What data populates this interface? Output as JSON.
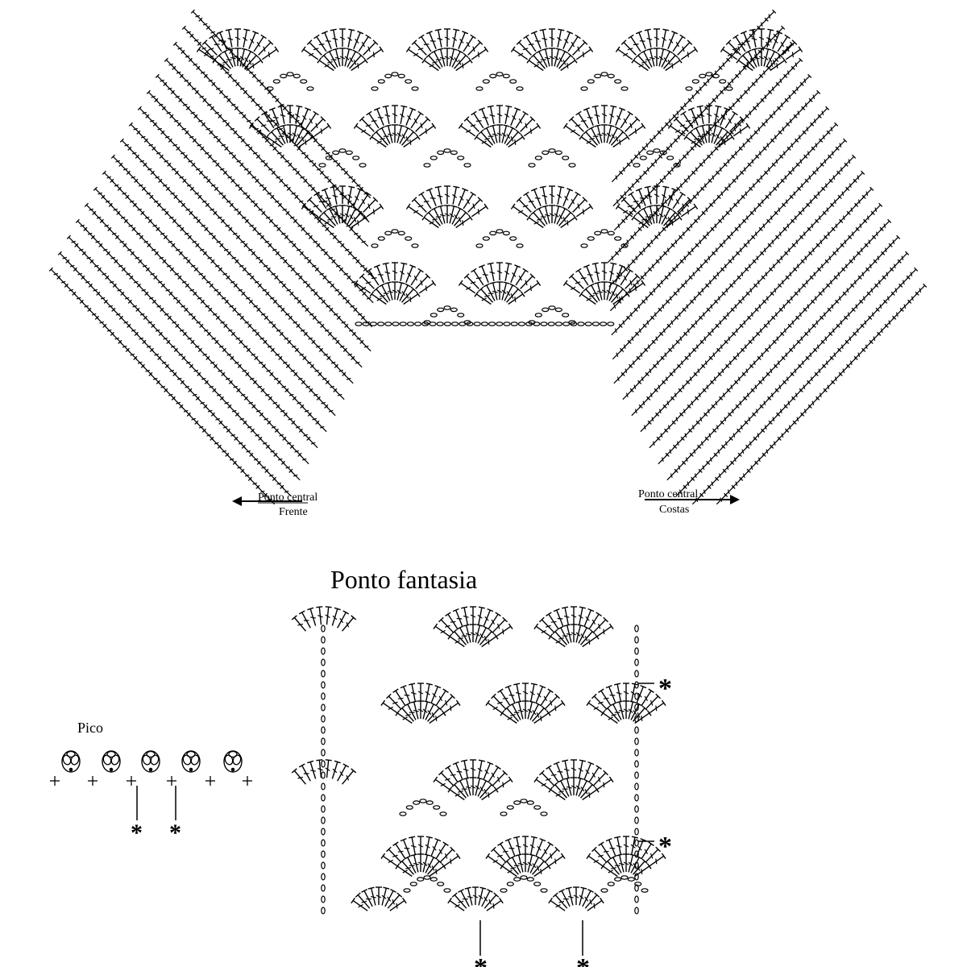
{
  "yoke": {
    "front_label_line1": "Ponto central",
    "front_label_line2": "Frente",
    "back_label_line1": "Ponto central",
    "back_label_line2": "Costas"
  },
  "stitch_pattern": {
    "title": "Ponto fantasia",
    "repeat_marker": "*"
  },
  "picot": {
    "title": "Pico",
    "repeat_marker": "*"
  }
}
